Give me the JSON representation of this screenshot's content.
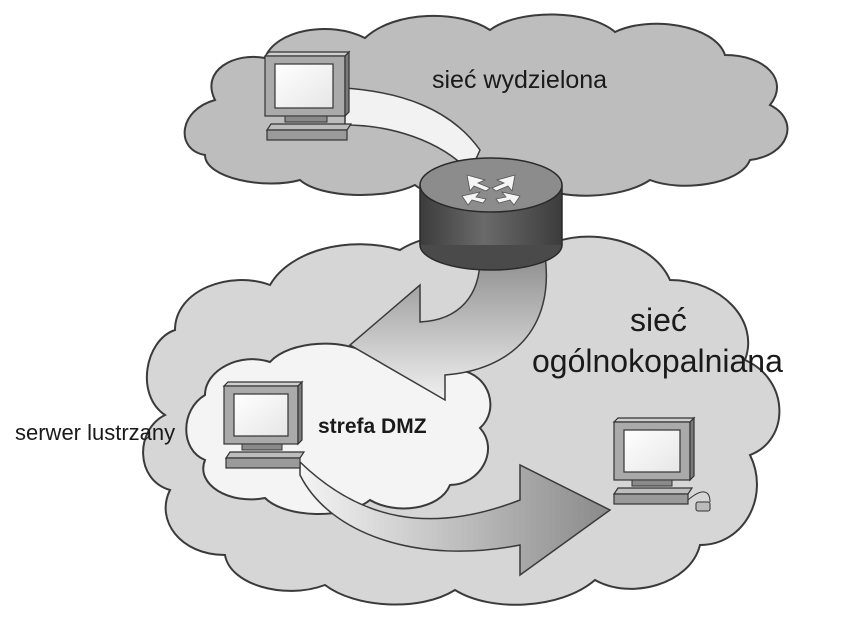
{
  "labels": {
    "top_network": "sieć wydzielona",
    "main_network_line1": "sieć",
    "main_network_line2": "ogólnokopalniana",
    "mirror_server": "serwer lustrzany",
    "dmz_zone": "strefa DMZ"
  },
  "colors": {
    "top_cloud": "#bdbdbd",
    "bottom_cloud": "#d6d6d6",
    "dmz_cloud": "#f4f4f4",
    "cloud_stroke": "#3a3a3a",
    "router_body": "#555555",
    "router_top": "#8c8c8c",
    "arrow_light": "#f2f2f2",
    "arrow_dark": "#9a9a9a"
  },
  "icons": [
    "desktop-computer-icon",
    "router-icon",
    "curved-arrow-icon",
    "cloud-shape"
  ]
}
